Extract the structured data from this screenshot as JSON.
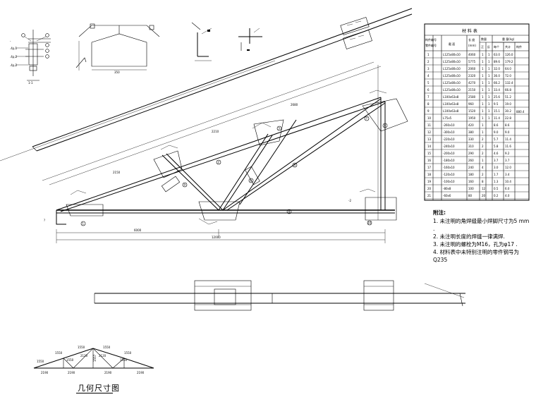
{
  "drawing": {
    "section_label": "1-1",
    "truss_label": "?",
    "member_marks": [
      "1",
      "2",
      "3",
      "4",
      "5",
      "6",
      "7",
      "8",
      "9",
      "10"
    ],
    "bolt_note": "-2",
    "side_dims": [
      "-",
      ".4p,1",
      ".4p,2",
      ".4p,2"
    ],
    "span_dim": "6000",
    "overall_dim": "12000"
  },
  "material_table": {
    "title": "材 料 表",
    "headers": {
      "part_no": "构件编号",
      "part_no2": "零件编号",
      "section": "截 面",
      "length": "长 度",
      "length_unit": "(mm)",
      "quantity": "数量",
      "qty_pos": "正",
      "qty_neg": "反",
      "weight": "重 量(kg)",
      "w_each": "每个",
      "w_total": "共计",
      "w_member": "构件"
    },
    "rows": [
      {
        "no": "1",
        "sec": "L125x80x10",
        "len": "4060",
        "q1": "1",
        "q2": "1",
        "w1": "63.0",
        "w2": "126.0"
      },
      {
        "no": "2",
        "sec": "L125x80x10",
        "len": "5775",
        "q1": "1",
        "q2": "1",
        "w1": "89.6",
        "w2": "179.2"
      },
      {
        "no": "3",
        "sec": "L125x80x10",
        "len": "2060",
        "q1": "1",
        "q2": "1",
        "w1": "32.0",
        "w2": "64.0"
      },
      {
        "no": "4",
        "sec": "L125x80x10",
        "len": "2320",
        "q1": "1",
        "q2": "1",
        "w1": "36.0",
        "w2": "72.0"
      },
      {
        "no": "5",
        "sec": "L125x80x10",
        "len": "4270",
        "q1": "1",
        "q2": "1",
        "w1": "66.2",
        "w2": "132.4"
      },
      {
        "no": "6",
        "sec": "L125x80x10",
        "len": "2150",
        "q1": "1",
        "q2": "1",
        "w1": "33.4",
        "w2": "66.8"
      },
      {
        "no": "7",
        "sec": "L100x63x8",
        "len": "2580",
        "q1": "1",
        "q2": "1",
        "w1": "25.6",
        "w2": "51.2"
      },
      {
        "no": "8",
        "sec": "L100x63x8",
        "len": "960",
        "q1": "1",
        "q2": "1",
        "w1": "9.5",
        "w2": "19.0"
      },
      {
        "no": "9",
        "sec": "L100x63x8",
        "len": "1520",
        "q1": "1",
        "q2": "1",
        "w1": "15.1",
        "w2": "30.2"
      },
      {
        "no": "10",
        "sec": "L75x5",
        "len": "1950",
        "q1": "1",
        "q2": "1",
        "w1": "11.4",
        "w2": "22.8"
      },
      {
        "no": "11",
        "sec": "-260x10",
        "len": "420",
        "q1": "1",
        "q2": "",
        "w1": "8.6",
        "w2": "8.6"
      },
      {
        "no": "12",
        "sec": "-300x10",
        "len": "380",
        "q1": "1",
        "q2": "",
        "w1": "9.0",
        "w2": "9.0"
      },
      {
        "no": "13",
        "sec": "-220x10",
        "len": "330",
        "q1": "2",
        "q2": "",
        "w1": "5.7",
        "w2": "11.4"
      },
      {
        "no": "14",
        "sec": "-240x10",
        "len": "310",
        "q1": "2",
        "q2": "",
        "w1": "5.8",
        "w2": "11.6"
      },
      {
        "no": "15",
        "sec": "-200x10",
        "len": "290",
        "q1": "2",
        "q2": "",
        "w1": "4.6",
        "w2": "9.2"
      },
      {
        "no": "16",
        "sec": "-180x10",
        "len": "260",
        "q1": "1",
        "q2": "",
        "w1": "3.7",
        "w2": "3.7"
      },
      {
        "no": "17",
        "sec": "-160x10",
        "len": "240",
        "q1": "4",
        "q2": "",
        "w1": "3.0",
        "w2": "12.0"
      },
      {
        "no": "18",
        "sec": "-120x10",
        "len": "180",
        "q1": "2",
        "q2": "",
        "w1": "1.7",
        "w2": "3.4"
      },
      {
        "no": "19",
        "sec": "-100x10",
        "len": "160",
        "q1": "8",
        "q2": "",
        "w1": "1.3",
        "w2": "10.4"
      },
      {
        "no": "20",
        "sec": "-80x8",
        "len": "100",
        "q1": "12",
        "q2": "",
        "w1": "0.5",
        "w2": "6.0"
      },
      {
        "no": "21",
        "sec": "-60x6",
        "len": "80",
        "q1": "20",
        "q2": "",
        "w1": "0.2",
        "w2": "4.0"
      }
    ],
    "member_total": "880.4"
  },
  "notes": {
    "title": "附注:",
    "items": [
      "1. 未注明的角焊缝最小焊脚尺寸为5 mm .",
      "2. 未注明长度的焊缝一律满焊.",
      "3. 未注明的螺栓为M16，孔为φ17 .",
      "4. 材料表中未特别注明的零件钢号为Q235"
    ]
  },
  "geometry": {
    "caption": "几何尺寸图",
    "dims_top": [
      "1550",
      "1550",
      "1550",
      "1550"
    ],
    "dims_bottom": [
      "2190",
      "2190",
      "2190",
      "2190"
    ],
    "dims_diag": [
      "1550",
      "2120",
      "2120",
      "1550"
    ],
    "left_end": "1550",
    "height": "1557"
  }
}
